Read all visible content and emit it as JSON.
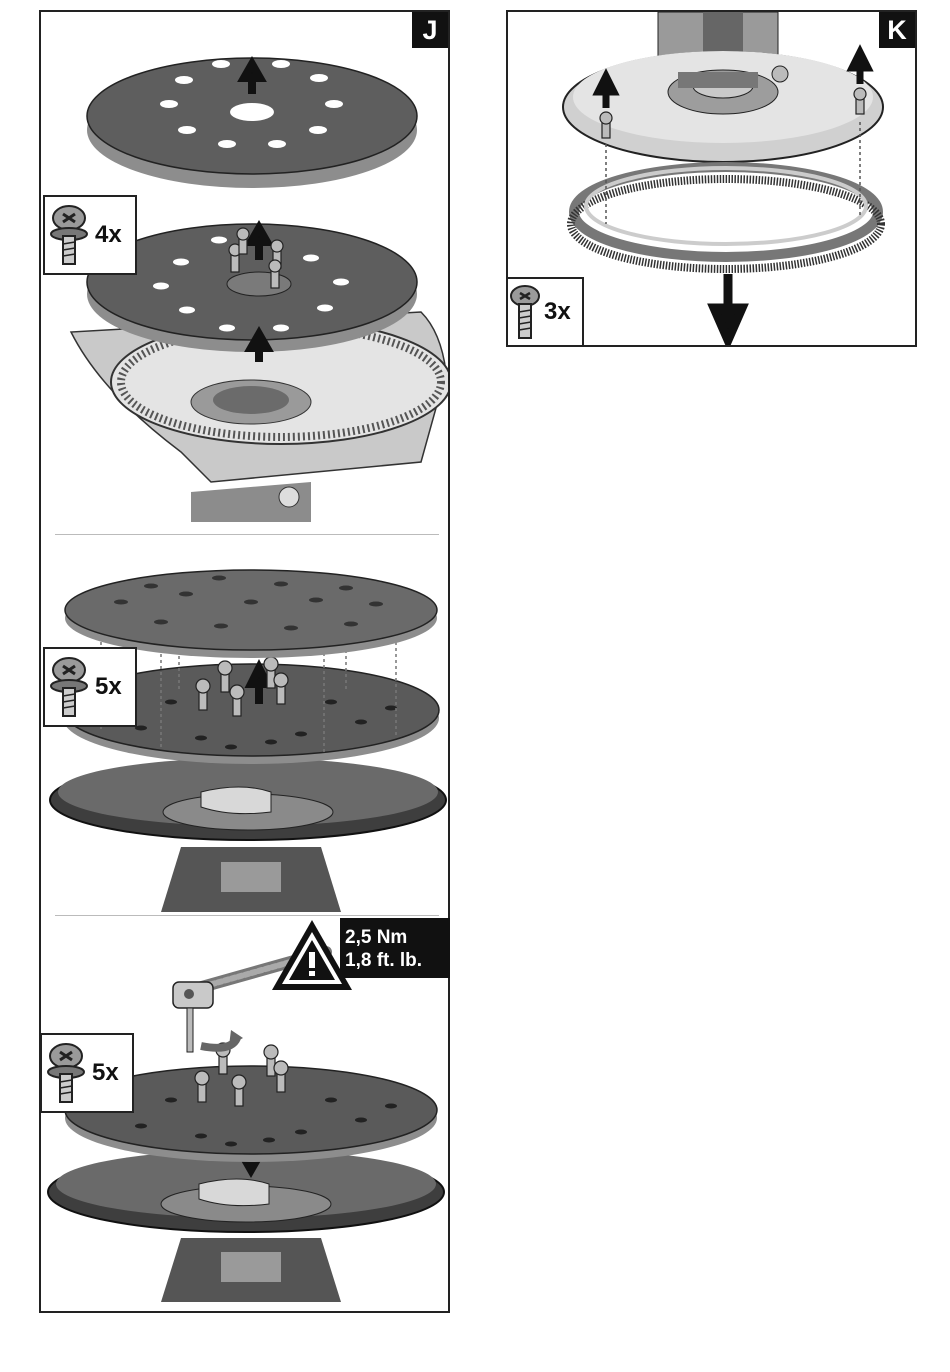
{
  "panel_j": {
    "letter": "J",
    "step1": {
      "quantity": "4x"
    },
    "step2": {
      "quantity": "5x"
    },
    "step3": {
      "quantity": "5x",
      "torque_line1": "2,5 Nm",
      "torque_line2": "1,8 ft. lb."
    }
  },
  "panel_k": {
    "letter": "K",
    "quantity": "3x"
  },
  "colors": {
    "ink": "#111111",
    "pad_dark": "#555555",
    "metal_light": "#d8d8d8"
  }
}
